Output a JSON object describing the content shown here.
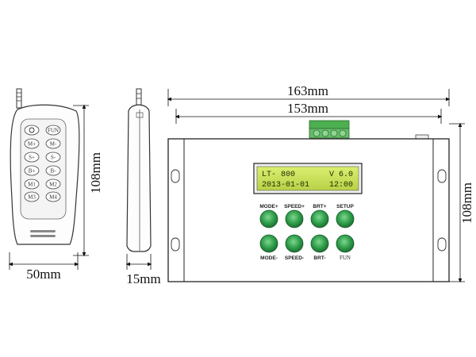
{
  "dimensions": {
    "remote_width": "50mm",
    "remote_height": "108mm",
    "side_depth": "15mm",
    "controller_outer_width": "163mm",
    "controller_inner_width": "153mm",
    "controller_height": "108mm"
  },
  "remote": {
    "keys": [
      [
        "",
        "FUN"
      ],
      [
        "M+",
        "M-"
      ],
      [
        "S+",
        "S-"
      ],
      [
        "B+",
        "B-"
      ],
      [
        "M1",
        "M2"
      ],
      [
        "M3",
        "M4"
      ]
    ]
  },
  "controller": {
    "lcd_line1_left": "LT- 800",
    "lcd_line1_right": "V 6.0",
    "lcd_line2_left": "2013-01-01",
    "lcd_line2_right": "12:00",
    "top_labels": [
      "MODE+",
      "SPEED+",
      "BRT+",
      "SETUP"
    ],
    "bottom_labels": [
      "MODE-",
      "SPEED-",
      "BRT-",
      "FUN"
    ]
  },
  "colors": {
    "button_green": "#2e9e4a",
    "lcd_green": "#c9e05a",
    "terminal_green": "#4caf50"
  }
}
